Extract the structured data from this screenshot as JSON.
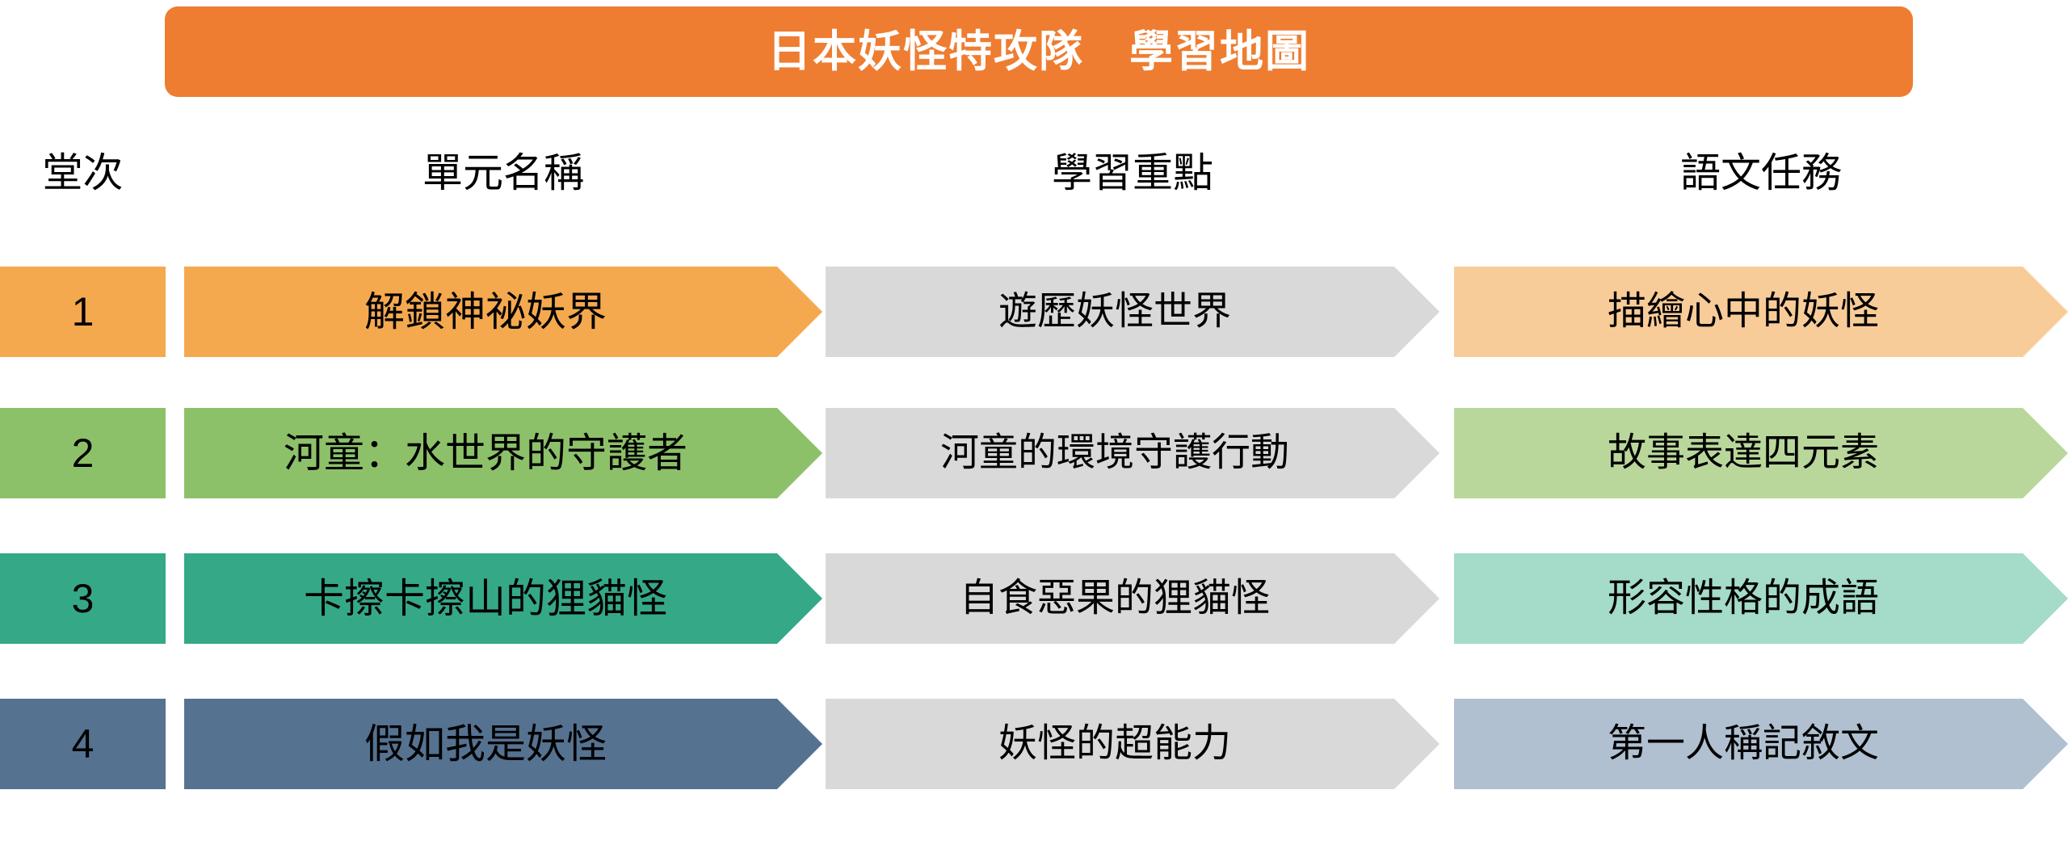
{
  "title": {
    "text": "日本妖怪特攻隊　學習地圖",
    "background_color": "#EE7D31",
    "text_color": "#FFFFFF"
  },
  "columns": [
    {
      "key": "session",
      "header": "堂次"
    },
    {
      "key": "unit_name",
      "header": "單元名稱"
    },
    {
      "key": "learning_focus",
      "header": "學習重點"
    },
    {
      "key": "language_task",
      "header": "語文任務"
    }
  ],
  "palette": {
    "row1_strong": "#F5A94E",
    "row1_light": "#F8CC99",
    "row2_strong": "#8CC169",
    "row2_light": "#B9D79B",
    "row3_strong": "#35A888",
    "row3_light": "#A4DBC9",
    "row4_strong": "#557291",
    "row4_light": "#B0C0D0",
    "neutral_gray": "#D9D9D9"
  },
  "rows": [
    {
      "session": "1",
      "unit_name": "解鎖神祕妖界",
      "learning_focus": "遊歷妖怪世界",
      "language_task": "描繪心中的妖怪",
      "color_strong": "#F5A94E",
      "color_mid": "#D9D9D9",
      "color_light": "#F8CC99"
    },
    {
      "session": "2",
      "unit_name": "河童：水世界的守護者",
      "learning_focus": "河童的環境守護行動",
      "language_task": "故事表達四元素",
      "color_strong": "#8CC169",
      "color_mid": "#D9D9D9",
      "color_light": "#B9D79B"
    },
    {
      "session": "3",
      "unit_name": "卡擦卡擦山的狸貓怪",
      "learning_focus": "自食惡果的狸貓怪",
      "language_task": "形容性格的成語",
      "color_strong": "#35A888",
      "color_mid": "#D9D9D9",
      "color_light": "#A4DBC9"
    },
    {
      "session": "4",
      "unit_name": "假如我是妖怪",
      "learning_focus": "妖怪的超能力",
      "language_task": "第一人稱記敘文",
      "color_strong": "#557291",
      "color_mid": "#D9D9D9",
      "color_light": "#B0C0D0"
    }
  ]
}
